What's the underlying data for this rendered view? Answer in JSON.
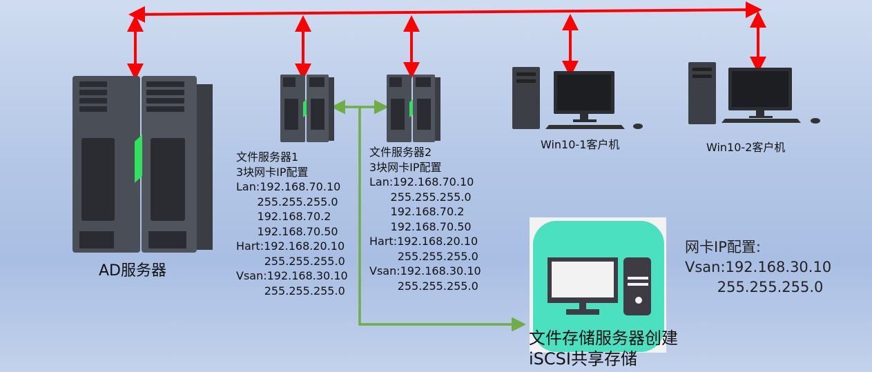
{
  "nodes": {
    "ad_server": {
      "label": "AD服务器"
    },
    "file_server_1": {
      "title": "文件服务器1",
      "subtitle": "3块网卡IP配置",
      "lines": [
        "Lan:192.168.70.10",
        "      255.255.255.0",
        "      192.168.70.2",
        "      192.168.70.50",
        "Hart:192.168.20.10",
        "        255.255.255.0",
        "Vsan:192.168.30.10",
        "        255.255.255.0"
      ]
    },
    "file_server_2": {
      "title": "文件服务器2",
      "subtitle": "3块网卡IP配置",
      "lines": [
        "Lan:192.168.70.10",
        "      255.255.255.0",
        "      192.168.70.2",
        "      192.168.70.50",
        "Hart:192.168.20.10",
        "        255.255.255.0",
        "Vsan:192.168.30.10",
        "        255.255.255.0"
      ]
    },
    "client_1": {
      "label": "Win10-1客户机"
    },
    "client_2": {
      "label": "Win10-2客户机"
    },
    "storage_server": {
      "label_line1": "文件存储服务器创建",
      "label_line2": "iSCSI共享存储",
      "config_title": "网卡IP配置:",
      "config_lines": [
        "Vsan:192.168.30.10",
        "       255.255.255.0"
      ]
    }
  },
  "colors": {
    "lan_link": "#ff0000",
    "storage_link": "#70ad47",
    "storage_icon_bg": "#4ae0c0",
    "server_led": "#33e060"
  }
}
